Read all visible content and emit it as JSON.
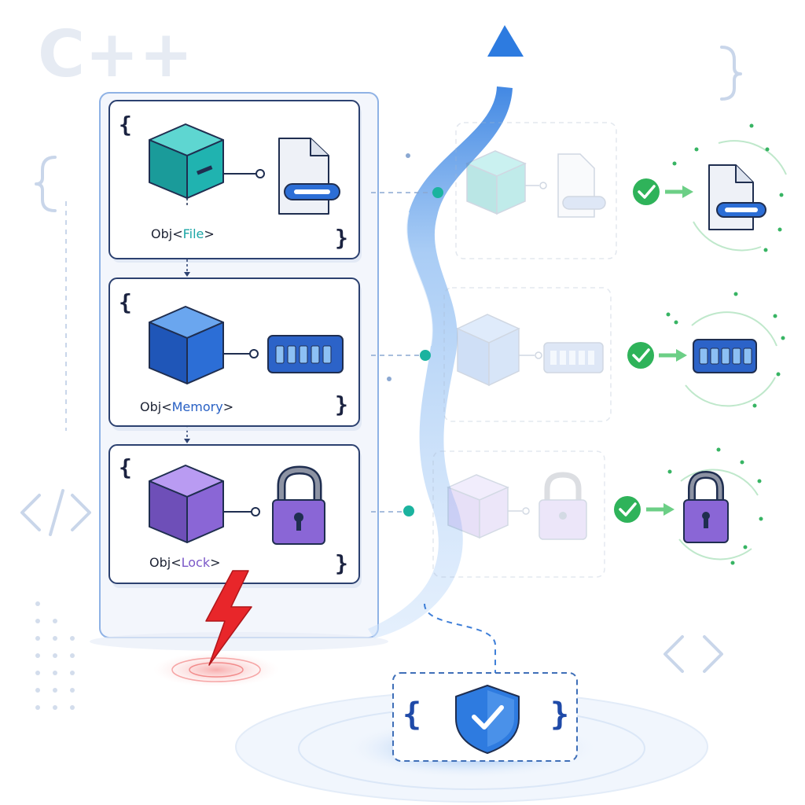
{
  "watermark": {
    "text": "C++"
  },
  "stack": {
    "objects": [
      {
        "prefix": "Obj<",
        "type": "File",
        "suffix": ">",
        "accent": "#1ba6a6",
        "resource_icon": "file-icon"
      },
      {
        "prefix": "Obj<",
        "type": "Memory",
        "suffix": ">",
        "accent": "#2860c4",
        "resource_icon": "memory-chip-icon"
      },
      {
        "prefix": "Obj<",
        "type": "Lock",
        "suffix": ">",
        "accent": "#7b58c8",
        "resource_icon": "padlock-icon"
      }
    ],
    "open_brace": "{",
    "close_brace": "}"
  },
  "scope_guard": {
    "open_brace": "{",
    "close_brace": "}",
    "icon": "shield-check-icon"
  },
  "colors": {
    "file_cube": "#2bb3b1",
    "memory_cube": "#2e6fd6",
    "lock_cube": "#8a66d6",
    "success": "#2fb35a",
    "exception": "#e8262a",
    "flow": "#3a86e0"
  }
}
